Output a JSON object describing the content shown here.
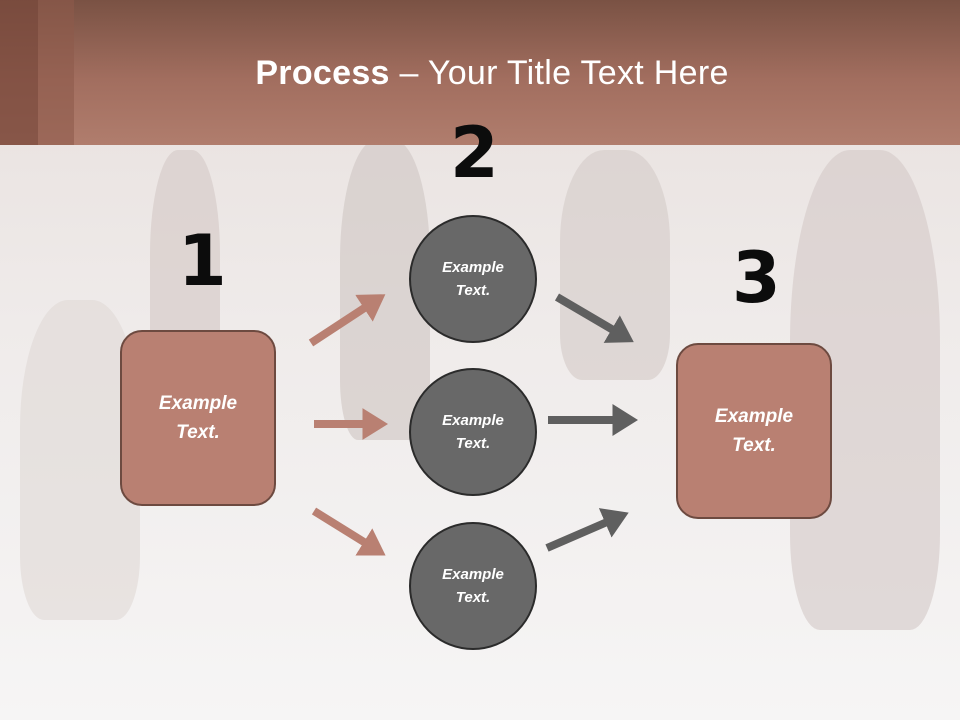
{
  "title": {
    "bold": "Process",
    "rest": " – Your Title Text Here"
  },
  "steps": [
    {
      "number": "1",
      "label": "Example Text."
    },
    {
      "number": "2",
      "labels": [
        "Example Text.",
        "Example Text.",
        "Example Text."
      ]
    },
    {
      "number": "3",
      "label": "Example Text."
    }
  ],
  "colors": {
    "accent": "#b98072",
    "circle": "#686868",
    "arrow_left": "#b98072",
    "arrow_right": "#5f5f5f"
  }
}
